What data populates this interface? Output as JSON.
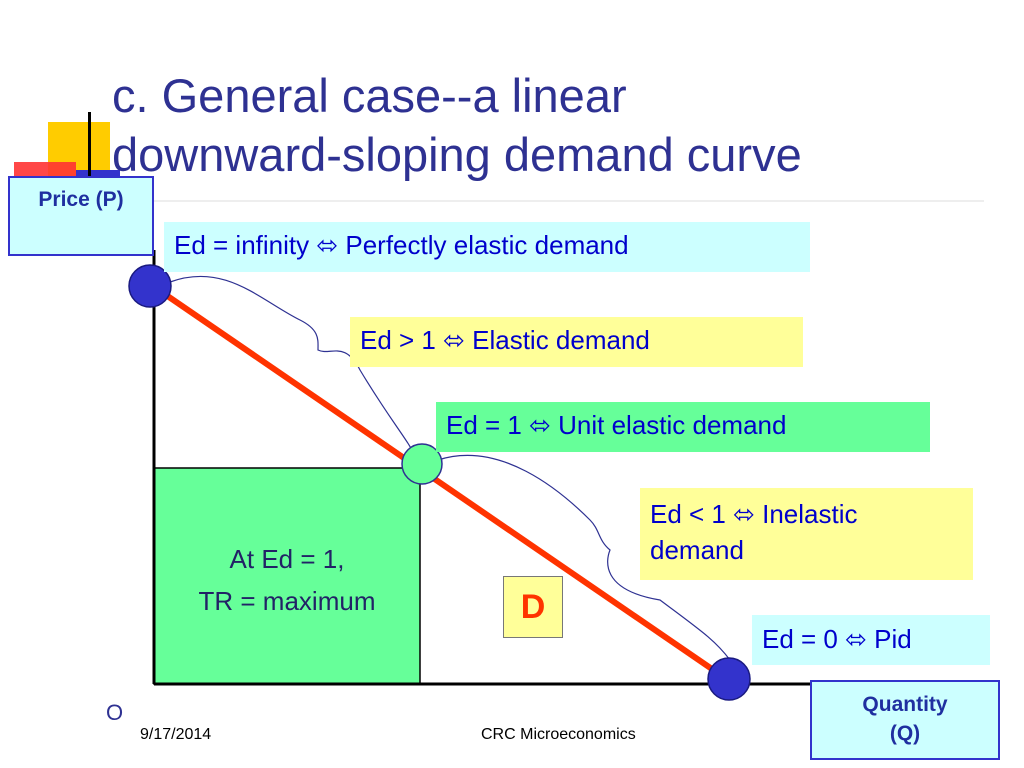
{
  "slide": {
    "title_line1": "c. General case--a linear",
    "title_line2": "downward-sloping demand curve"
  },
  "axes": {
    "y_label": "Price (P)",
    "x_label_line1": "Quantity",
    "x_label_line2": "(Q)",
    "origin": "O"
  },
  "labels": {
    "perfectly_elastic": "Ed = infinity ⬄ Perfectly elastic demand",
    "elastic": "Ed > 1 ⬄ Elastic demand",
    "unit_elastic": "Ed = 1 ⬄ Unit elastic demand",
    "inelastic_line1": "Ed  < 1 ⬄ Inelastic",
    "inelastic_line2": "demand",
    "perfectly_inelastic": "Ed = 0 ⬄ Pid",
    "tr_line1": "At Ed = 1,",
    "tr_line2": "TR = maximum",
    "curve_label": "D"
  },
  "footer": {
    "date": "9/17/2014",
    "course": "CRC Microeconomics"
  },
  "colors": {
    "title": "#2e3192",
    "demand_curve": "#ff3300",
    "endpoint_dots": "#3333cc",
    "midpoint_dot": "#66ff99",
    "tr_rectangle": "#66ff99",
    "light_blue_box": "#ccffff",
    "yellow_box": "#ffff99",
    "green_box": "#66ff99"
  }
}
